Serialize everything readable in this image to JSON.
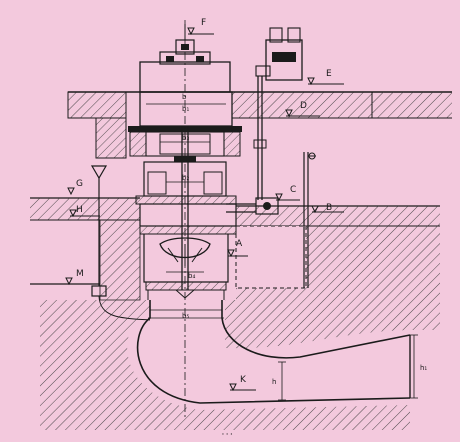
{
  "colors": {
    "background": "#f3c9dd",
    "ink": "#1b1b1b",
    "hatch": "#3a3a3a"
  },
  "labels": {
    "F": "F",
    "E": "E",
    "D": "D",
    "G": "G",
    "C": "C",
    "H": "H",
    "B": "B",
    "A": "A",
    "M": "M",
    "K": "K"
  },
  "dimensions": {
    "b": "b",
    "b1": "b₁",
    "b2": "b₂",
    "b3": "b₃",
    "b4": "b₄",
    "b5": "b₅",
    "h": "h",
    "h1": "h₁"
  },
  "footer_mark": "' ' '"
}
